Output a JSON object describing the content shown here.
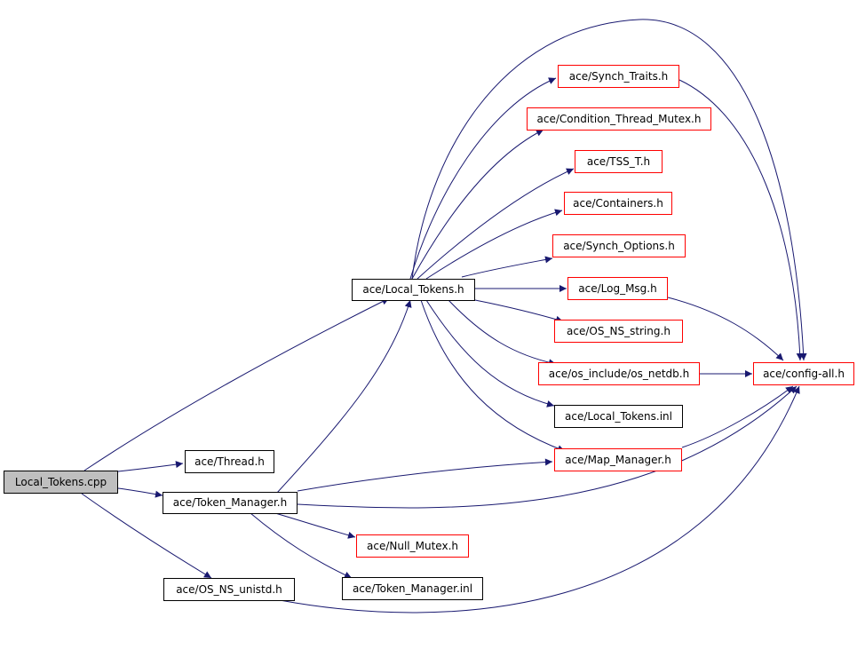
{
  "colors": {
    "edge": "#191970",
    "linked_border": "#ff0000",
    "plain_border": "#000000",
    "root_fill": "#bfbfbf"
  },
  "nodes": {
    "local_tokens_cpp": "Local_Tokens.cpp",
    "local_tokens_h": "ace/Local_Tokens.h",
    "thread_h": "ace/Thread.h",
    "token_manager_h": "ace/Token_Manager.h",
    "os_ns_unistd_h": "ace/OS_NS_unistd.h",
    "synch_traits_h": "ace/Synch_Traits.h",
    "condition_thread_mutex_h": "ace/Condition_Thread_Mutex.h",
    "tss_t_h": "ace/TSS_T.h",
    "containers_h": "ace/Containers.h",
    "synch_options_h": "ace/Synch_Options.h",
    "log_msg_h": "ace/Log_Msg.h",
    "os_ns_string_h": "ace/OS_NS_string.h",
    "os_netdb_h": "ace/os_include/os_netdb.h",
    "local_tokens_inl": "ace/Local_Tokens.inl",
    "map_manager_h": "ace/Map_Manager.h",
    "null_mutex_h": "ace/Null_Mutex.h",
    "token_manager_inl": "ace/Token_Manager.inl",
    "config_all_h": "ace/config-all.h"
  }
}
